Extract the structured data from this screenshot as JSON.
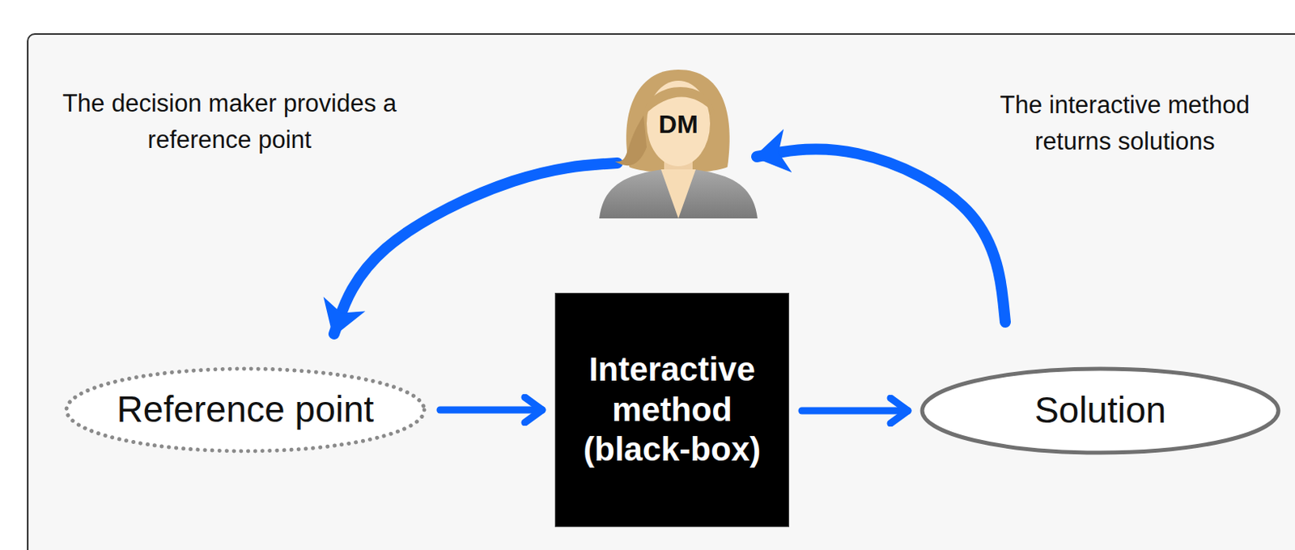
{
  "diagram": {
    "nodes": [
      {
        "text": [
          "DM"
        ]
      },
      {
        "text": [
          "Reference point"
        ]
      },
      {
        "text": [
          "Interactive method (black-box)"
        ]
      },
      {
        "text": [
          "Solution"
        ]
      }
    ],
    "edges": [
      {
        "from": 0,
        "to": 1,
        "arrow": "to",
        "label": "The decision maker provides a reference point"
      },
      {
        "from": 1,
        "to": 2,
        "arrow": "to"
      },
      {
        "from": 2,
        "to": 3,
        "arrow": "to"
      },
      {
        "from": 3,
        "to": 0,
        "arrow": "to",
        "label": "The interactive method returns solutions"
      }
    ]
  }
}
